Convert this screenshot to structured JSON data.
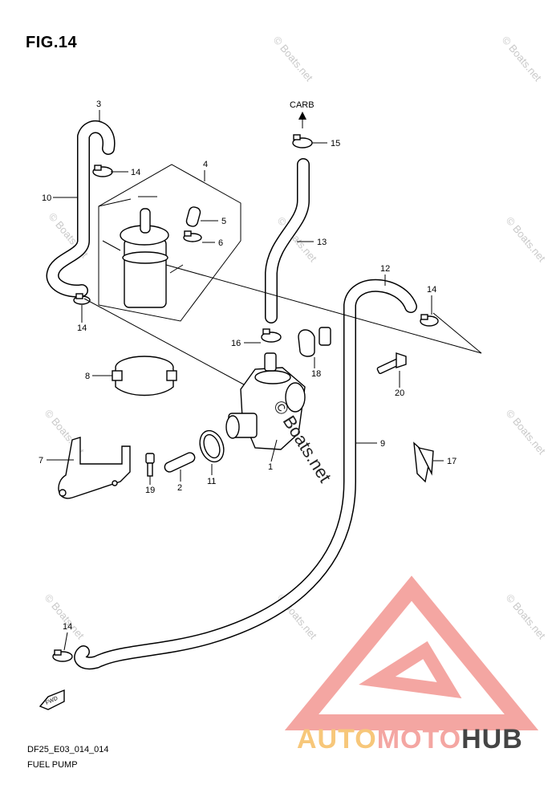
{
  "figure": {
    "title": "FIG.14",
    "diagram_code": "DF25_E03_014_014",
    "diagram_name": "FUEL PUMP",
    "direction_label": "CARB",
    "fwd_label": "FWD"
  },
  "callouts": [
    {
      "id": "c1",
      "label": "1"
    },
    {
      "id": "c2",
      "label": "2"
    },
    {
      "id": "c3",
      "label": "3"
    },
    {
      "id": "c4",
      "label": "4"
    },
    {
      "id": "c5",
      "label": "5"
    },
    {
      "id": "c6",
      "label": "6"
    },
    {
      "id": "c7",
      "label": "7"
    },
    {
      "id": "c8",
      "label": "8"
    },
    {
      "id": "c9",
      "label": "9"
    },
    {
      "id": "c10",
      "label": "10"
    },
    {
      "id": "c11",
      "label": "11"
    },
    {
      "id": "c12",
      "label": "12"
    },
    {
      "id": "c13",
      "label": "13"
    },
    {
      "id": "c14a",
      "label": "14"
    },
    {
      "id": "c14b",
      "label": "14"
    },
    {
      "id": "c14c",
      "label": "14"
    },
    {
      "id": "c14d",
      "label": "14"
    },
    {
      "id": "c15",
      "label": "15"
    },
    {
      "id": "c16",
      "label": "16"
    },
    {
      "id": "c17",
      "label": "17"
    },
    {
      "id": "c18",
      "label": "18"
    },
    {
      "id": "c19",
      "label": "19"
    },
    {
      "id": "c20",
      "label": "20"
    }
  ],
  "watermark": {
    "text": "© Boats.net"
  },
  "brand": {
    "part1": "AUTO",
    "part2": "MOTO",
    "part3": "HUB",
    "colors": {
      "auto": "#f7c77a",
      "moto": "#f4a6a2",
      "hub": "#444444",
      "logo": "#f4a6a2"
    }
  }
}
